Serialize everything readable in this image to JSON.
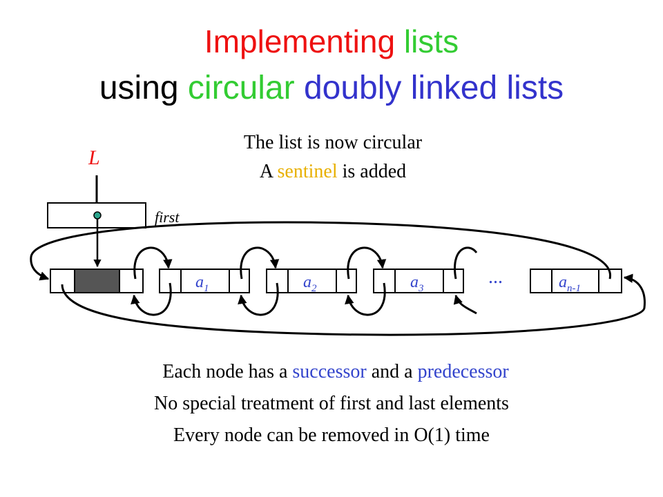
{
  "colors": {
    "red": "#ee1111",
    "green": "#33cc33",
    "blue": "#3333cc",
    "yellow": "#e8b000",
    "sentinel_fill": "#555555",
    "dot": "#2ca58d"
  },
  "title": {
    "line1": {
      "word1": "Implementing",
      "word2": "lists"
    },
    "line2": {
      "word1": "using",
      "word2": "circular",
      "word3": "doubly linked lists"
    }
  },
  "subtitle": {
    "line1": "The list is now circular",
    "line2_prefix": "A",
    "line2_highlight": "sentinel",
    "line2_suffix": "is added"
  },
  "diagram": {
    "pointer_label": "L",
    "first_label": "first",
    "ellipsis": "...",
    "nodes": [
      {
        "base": "a",
        "sub": "1"
      },
      {
        "base": "a",
        "sub": "2"
      },
      {
        "base": "a",
        "sub": "3"
      },
      {
        "base": "a",
        "sub": "n-1"
      }
    ]
  },
  "bottom": {
    "line1_prefix": "Each node has a",
    "line1_succ": "successor",
    "line1_mid": "and a",
    "line1_pred": "predecessor",
    "line2": "No special treatment of first and last elements",
    "line3": "Every node can be removed in O(1) time"
  }
}
